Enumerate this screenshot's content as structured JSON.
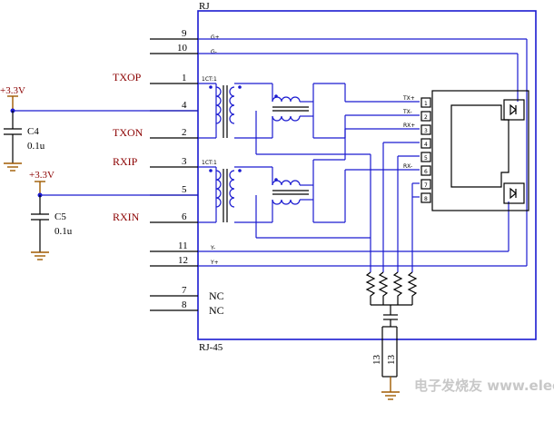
{
  "component": {
    "designator": "RJ",
    "part_name": "RJ-45"
  },
  "pins": {
    "p9": "9",
    "p10": "10",
    "p1": "1",
    "p4": "4",
    "p2": "2",
    "p3": "3",
    "p5": "5",
    "p6": "6",
    "p11": "11",
    "p12": "12",
    "p7": "7",
    "p8": "8",
    "p13a": "13",
    "p13b": "13"
  },
  "pin_names": {
    "p9": "G+",
    "p10": "G-",
    "p11": "Y-",
    "p12": "Y+",
    "p7": "NC",
    "p8": "NC"
  },
  "net_labels": {
    "txop": "TXOP",
    "txon": "TXON",
    "rxip": "RXIP",
    "rxin": "RXIN"
  },
  "power": {
    "rail1": "+3.3V",
    "rail2": "+3.3V"
  },
  "capacitors": {
    "c4_name": "C4",
    "c4_value": "0.1u",
    "c5_name": "C5",
    "c5_value": "0.1u"
  },
  "transformers": {
    "ratio_top": "1CT:1",
    "ratio_bottom": "1CT:1"
  },
  "jack": {
    "signals": [
      "TX+",
      "TX-",
      "RX+",
      "RX-"
    ],
    "pin_numbers": [
      "1",
      "2",
      "3",
      "4",
      "5",
      "6",
      "7",
      "8"
    ]
  },
  "watermark": "电子发烧友  www.elecfans.com",
  "colors": {
    "wire": "#1a1ad0",
    "power": "#a05a00",
    "label": "#8b0000"
  }
}
